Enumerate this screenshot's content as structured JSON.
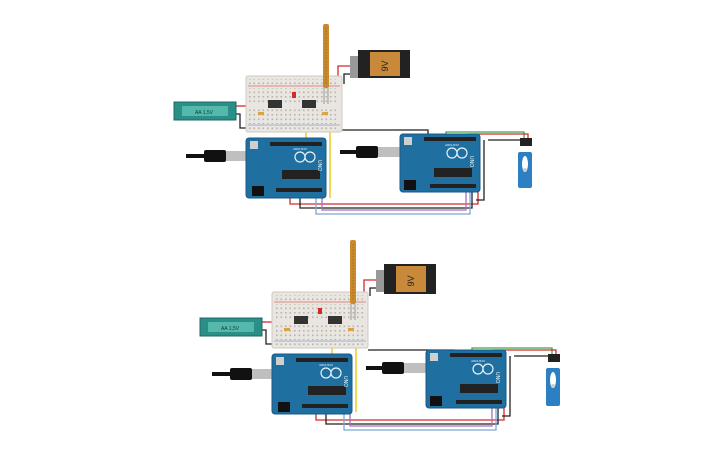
{
  "circuits": [
    {
      "id": "top",
      "battery_9v_label": "9V",
      "battery_aa_label": "AA 1,5V",
      "arduino_left_label": "UNO",
      "arduino_right_label": "UNO",
      "arduino_brand": "ARDUINO"
    },
    {
      "id": "bottom",
      "battery_9v_label": "9V",
      "battery_aa_label": "AA 1,5V",
      "arduino_left_label": "UNO",
      "arduino_right_label": "UNO",
      "arduino_brand": "ARDUINO"
    }
  ],
  "colors": {
    "board_blue": "#1f6fa0",
    "board_dark": "#175a86",
    "breadboard": "#e9e6e1",
    "flex_sensor": "#c98a2e",
    "battery_body": "#222222",
    "battery_cap": "#c88a3a",
    "aa_battery": "#2a8f86",
    "servo_body": "#2d7fc3",
    "wire_red": "#d62a2a",
    "wire_black": "#222222",
    "wire_yellow": "#e8c400",
    "wire_blue": "#7aa8d8",
    "wire_green": "#3aa34a"
  }
}
